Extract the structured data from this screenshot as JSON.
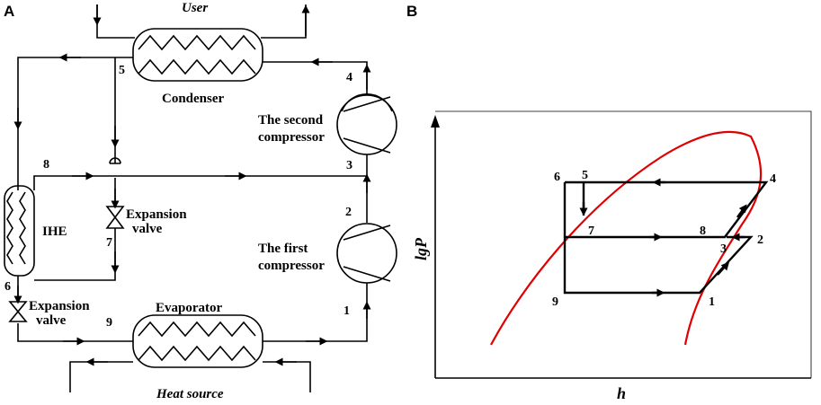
{
  "panel_a": {
    "label": "A",
    "user": "User",
    "condenser": "Condenser",
    "second_compressor": [
      "The second",
      "compressor"
    ],
    "first_compressor": [
      "The first",
      "compressor"
    ],
    "ihe": "IHE",
    "expansion_valve_right": [
      "Expansion",
      "valve"
    ],
    "expansion_valve_left": [
      "Expansion",
      "valve"
    ],
    "evaporator": "Evaporator",
    "heat_source": "Heat source",
    "points": [
      "1",
      "2",
      "3",
      "4",
      "5",
      "6",
      "7",
      "8",
      "9"
    ]
  },
  "panel_b": {
    "label": "B",
    "y_axis": "lgP",
    "x_axis": "h",
    "points": [
      "1",
      "2",
      "3",
      "4",
      "5",
      "6",
      "7",
      "8",
      "9"
    ]
  },
  "colors": {
    "lines": "#000000",
    "saturation_curve": "#e00000"
  }
}
